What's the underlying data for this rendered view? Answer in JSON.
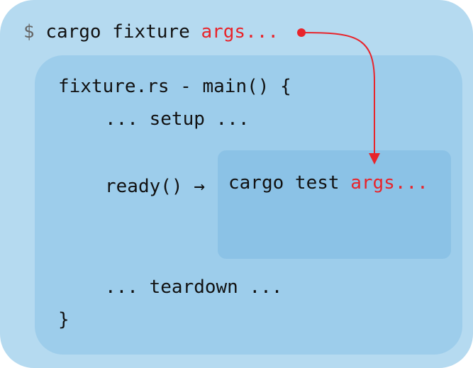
{
  "diagram": {
    "shell_line": {
      "prompt": "$",
      "command": "cargo fixture",
      "args": "args..."
    },
    "fixture_header": "fixture.rs - main() {",
    "setup_line": "... setup ...",
    "ready_label": "ready() →",
    "test_line": {
      "command": "cargo test",
      "args": "args..."
    },
    "teardown_line": "... teardown ...",
    "closing_brace": "}"
  },
  "colors": {
    "outer_box": "#b5daf0",
    "middle_box": "#9dcdeb",
    "inner_box": "#8bc2e6",
    "args_highlight": "#e8242b",
    "arrow": "#e8242b"
  }
}
